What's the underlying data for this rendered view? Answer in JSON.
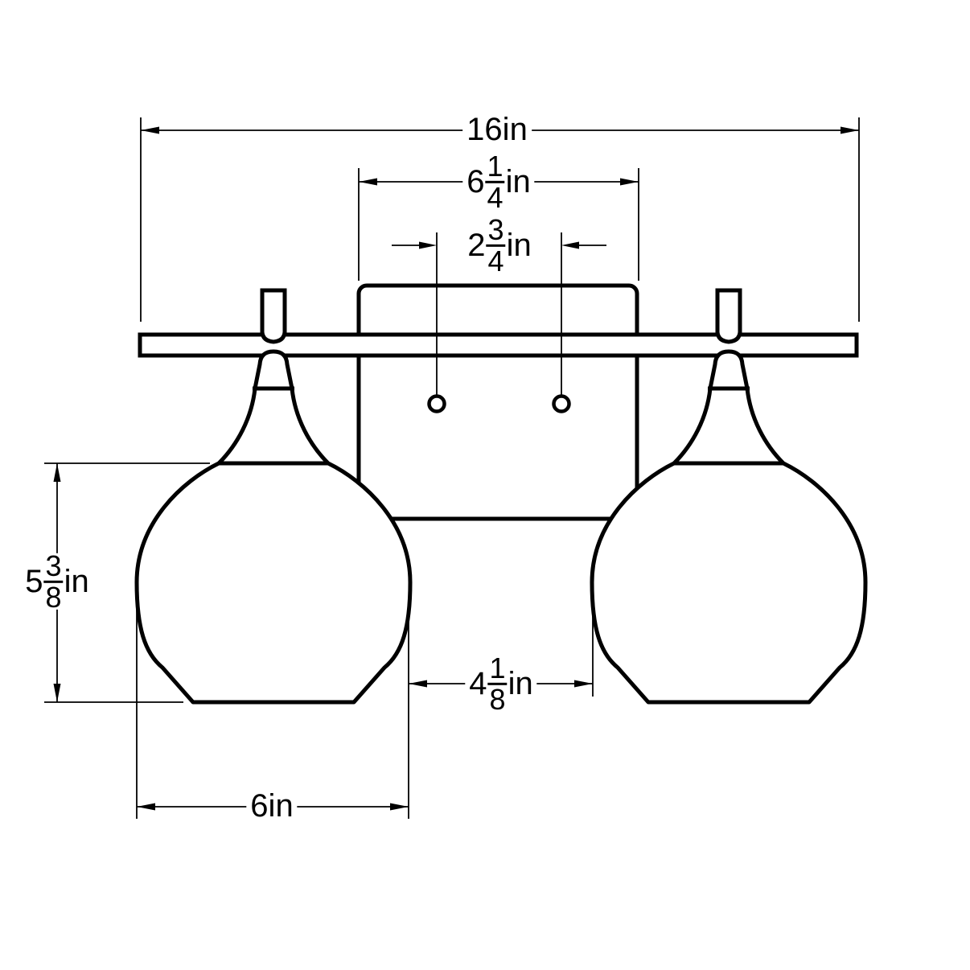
{
  "page": {
    "background_color": "#ffffff",
    "line_color": "#000000"
  },
  "diagram": {
    "kind": "dimensioned-line-drawing",
    "unit": "in",
    "dimensions": {
      "overall_width": {
        "whole": "16",
        "unit": "in"
      },
      "backplate_width": {
        "whole": "6",
        "num": "1",
        "den": "4",
        "unit": "in"
      },
      "hole_spacing": {
        "whole": "2",
        "num": "3",
        "den": "4",
        "unit": "in"
      },
      "shade_height": {
        "whole": "5",
        "num": "3",
        "den": "8",
        "unit": "in"
      },
      "shade_gap": {
        "whole": "4",
        "num": "1",
        "den": "8",
        "unit": "in"
      },
      "shade_width": {
        "whole": "6",
        "unit": "in"
      }
    }
  }
}
